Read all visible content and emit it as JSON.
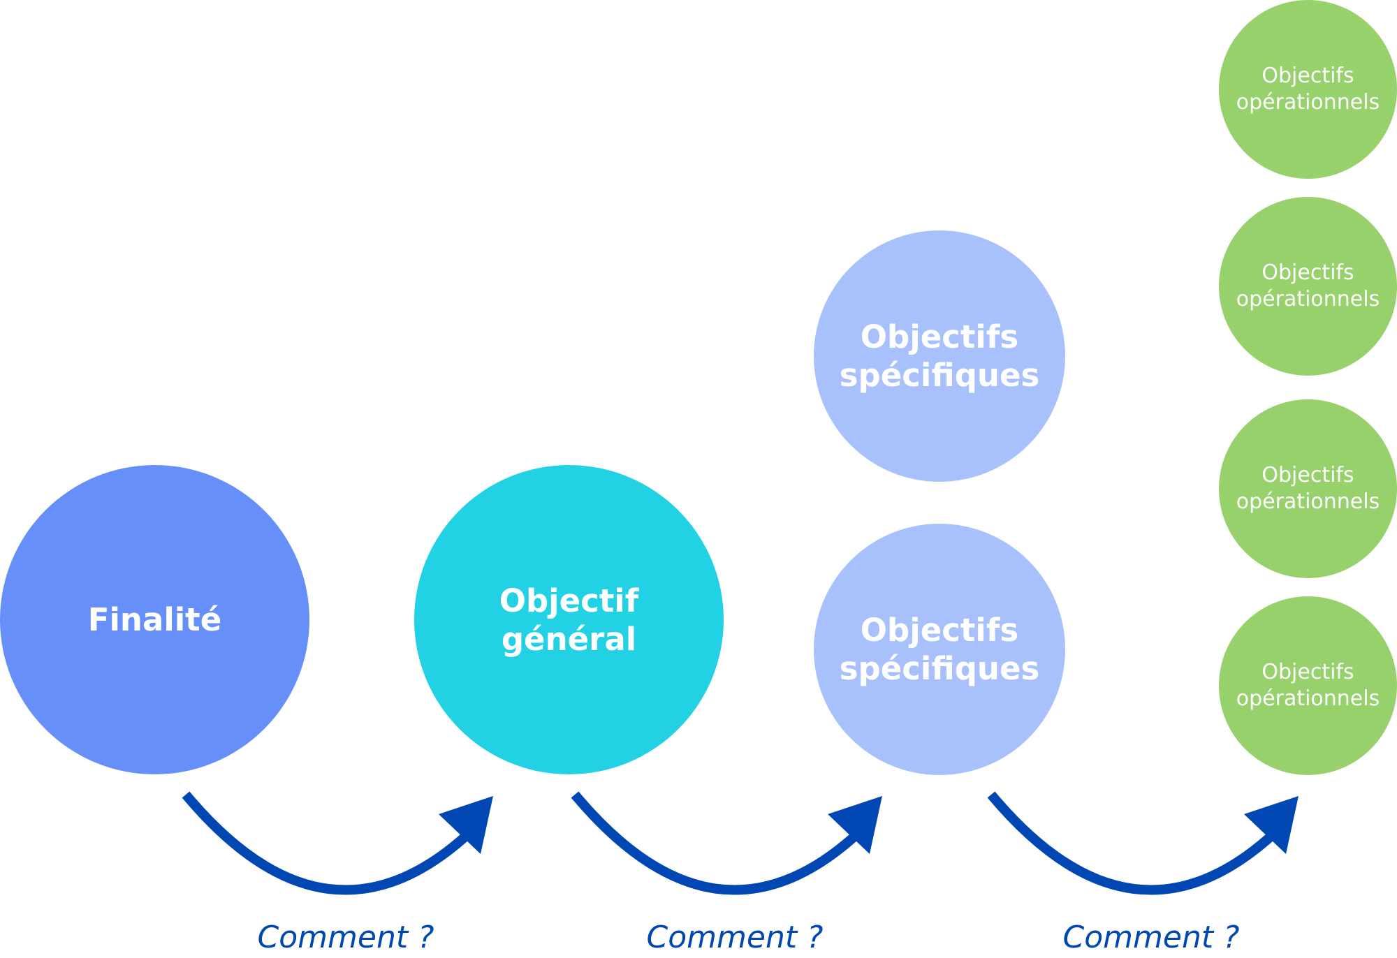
{
  "colors": {
    "finalite": "#668ffa",
    "objectif_general": "#22d1e4",
    "objectifs_specifiques": "#a8c1fc",
    "objectifs_operationnels": "#96d16b",
    "arrow": "#0047b3"
  },
  "nodes": {
    "finalite": "Finalité",
    "objectif_general": "Objectif\ngénéral",
    "objectifs_specifiques": [
      "Objectifs\nspécifiques",
      "Objectifs\nspécifiques"
    ],
    "objectifs_operationnels": [
      "Objectifs\nopérationnels",
      "Objectifs\nopérationnels",
      "Objectifs\nopérationnels",
      "Objectifs\nopérationnels"
    ]
  },
  "arrow_labels": [
    "Comment ?",
    "Comment ?",
    "Comment ?"
  ]
}
